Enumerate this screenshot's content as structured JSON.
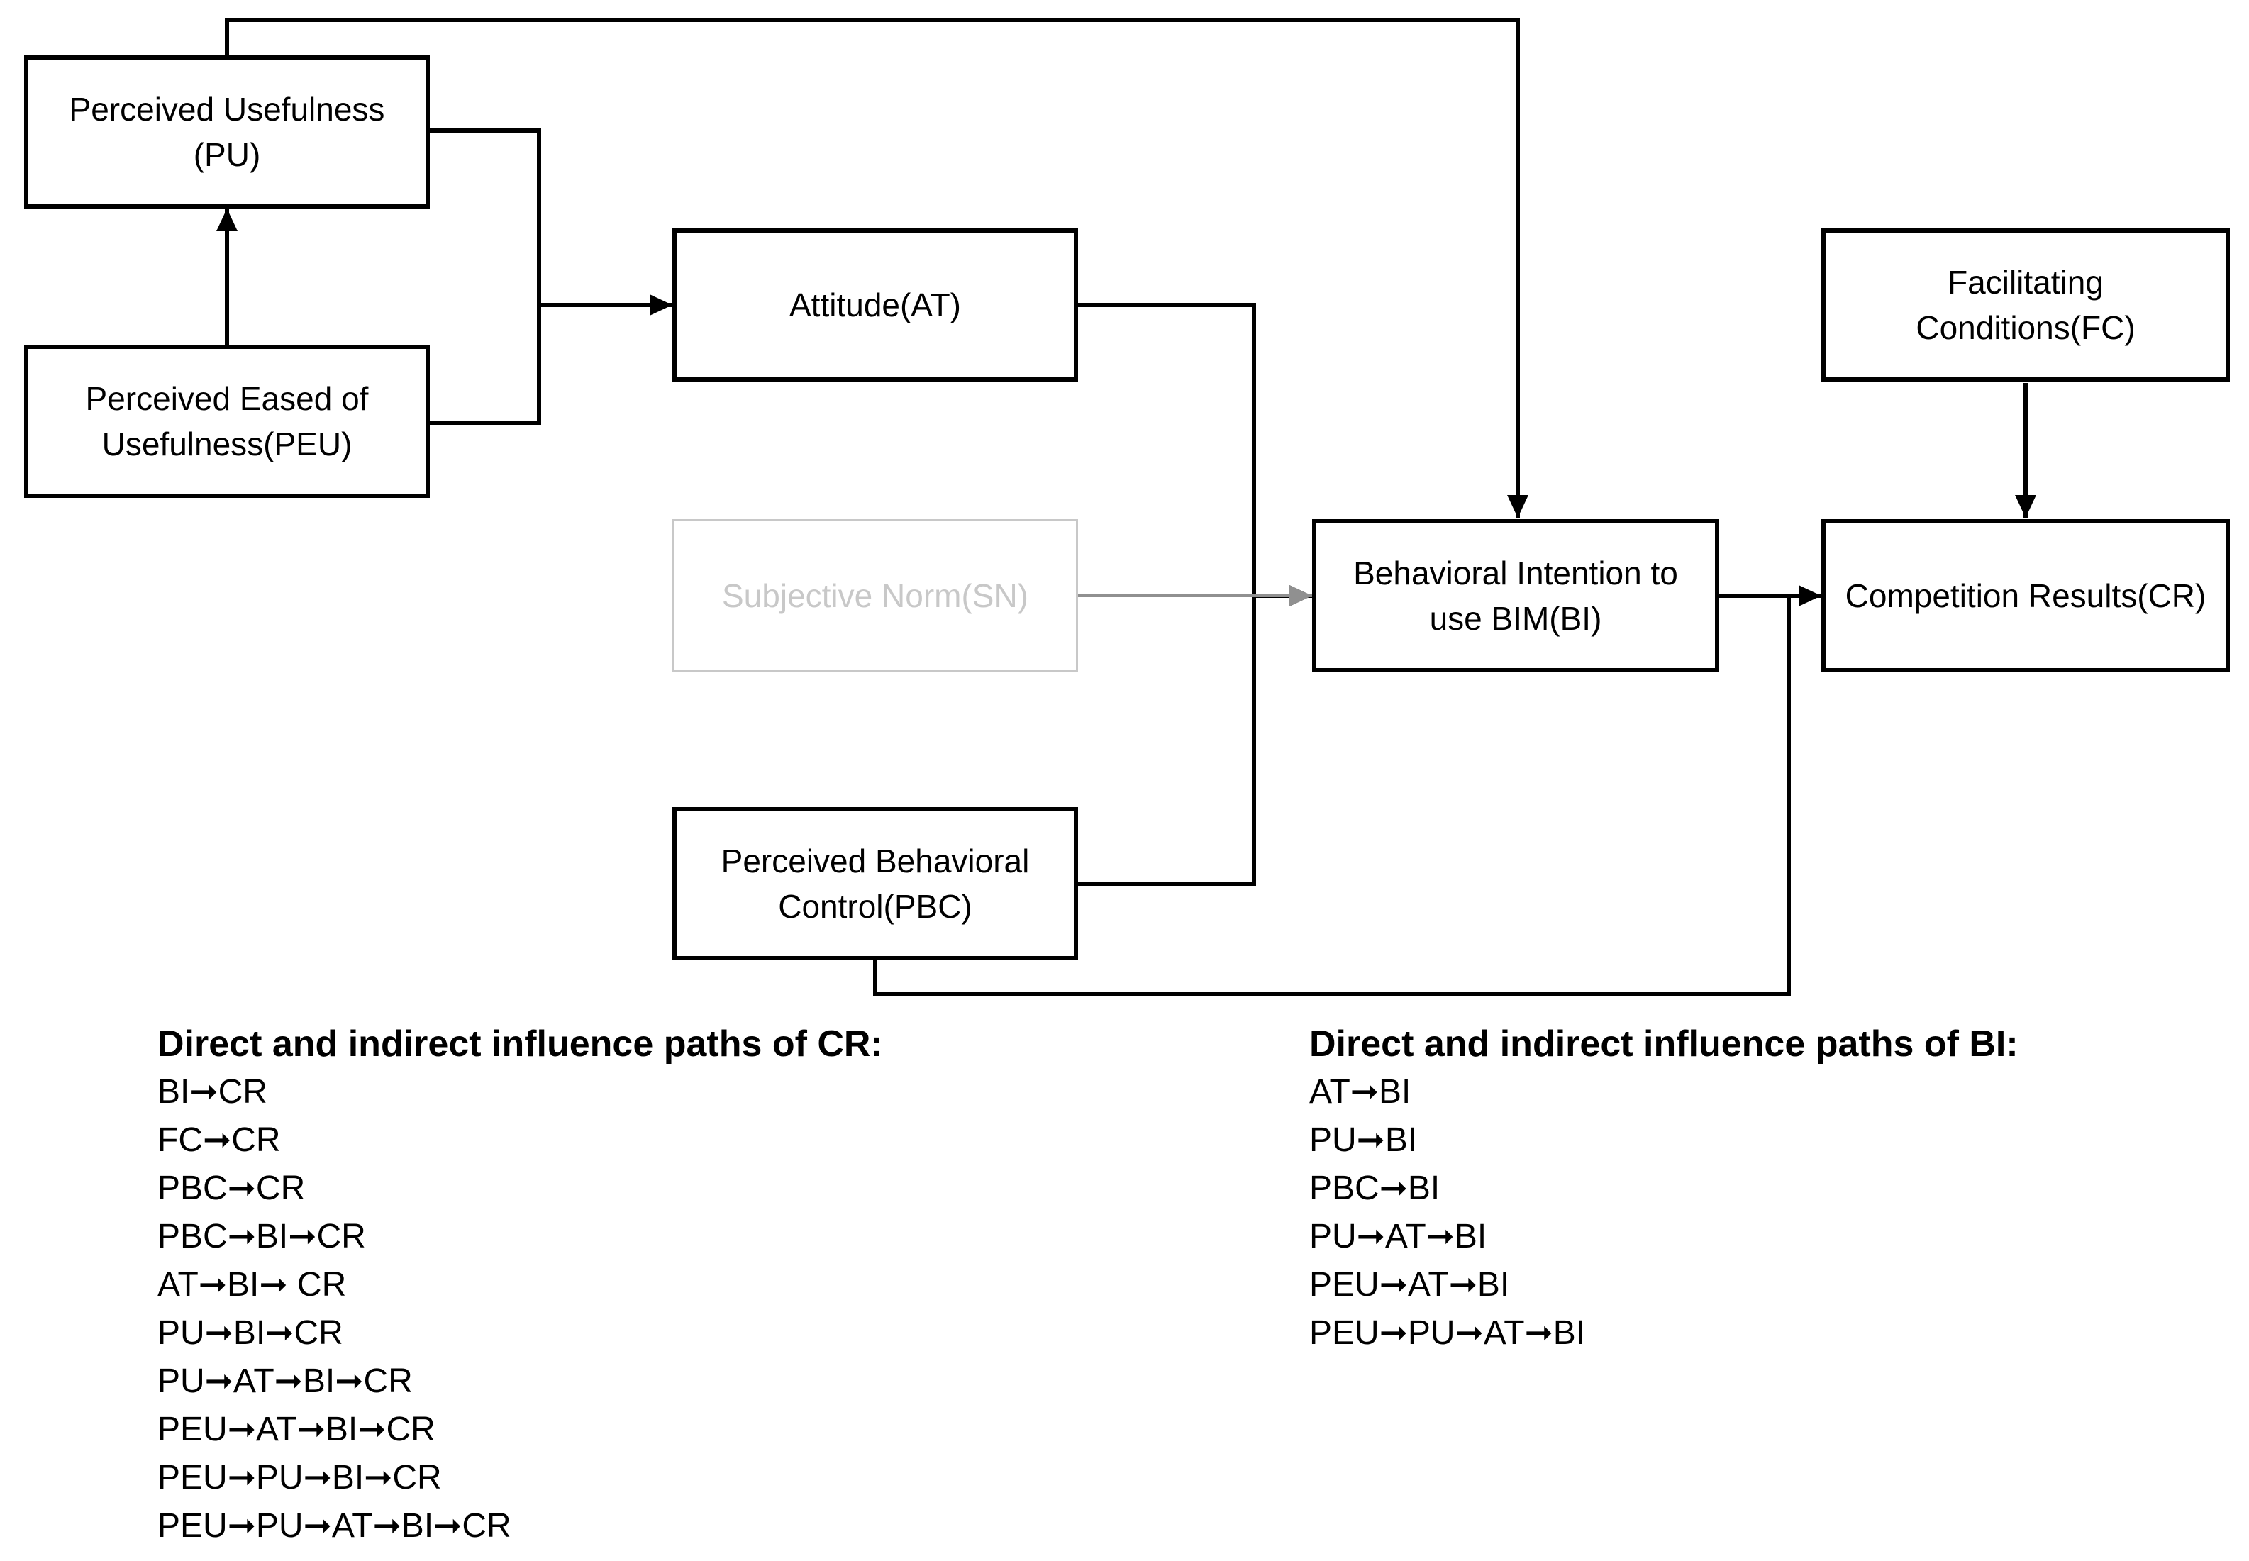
{
  "nodes": {
    "pu": "Perceived Usefulness\n(PU)",
    "peu": "Perceived Eased of\nUsefulness(PEU)",
    "at": "Attitude(AT)",
    "sn": "Subjective Norm(SN)",
    "pbc": "Perceived Behavioral\nControl(PBC)",
    "bi": "Behavioral Intention to\nuse BIM(BI)",
    "fc": "Facilitating\nConditions(FC)",
    "cr": "Competition Results(CR)"
  },
  "paths_cr": {
    "heading": "Direct and indirect influence paths of CR:",
    "items": [
      "BI➞CR",
      "FC➞CR",
      "PBC➞CR",
      "PBC➞BI➞CR",
      "AT➞BI➞ CR",
      "PU➞BI➞CR",
      "PU➞AT➞BI➞CR",
      "PEU➞AT➞BI➞CR",
      "PEU➞PU➞BI➞CR",
      "PEU➞PU➞AT➞BI➞CR"
    ]
  },
  "paths_bi": {
    "heading": "Direct and indirect influence paths of BI:",
    "items": [
      "AT➞BI",
      "PU➞BI",
      "PBC➞BI",
      "PU➞AT➞BI",
      "PEU➞AT➞BI",
      "PEU➞PU➞AT➞BI"
    ]
  },
  "colors": {
    "line": "#000000",
    "muted": "#c8c8c8",
    "muted_arrow": "#909090"
  }
}
